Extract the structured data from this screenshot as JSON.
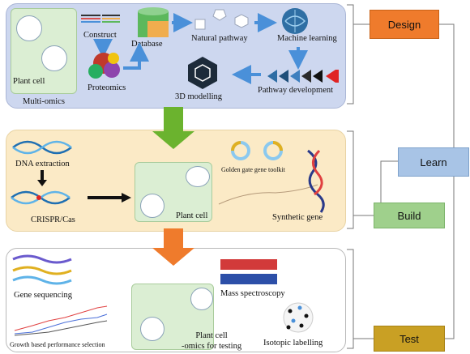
{
  "design": {
    "multi_omics": "Multi-omics",
    "plant_cell": "Plant cell",
    "construct": "Construct",
    "proteomics": "Proteomics",
    "database": "Database",
    "natural_pathway": "Natural pathway",
    "machine_learning": "Machine learning",
    "pathway_development": "Pathway development",
    "modelling_3d": "3D modelling"
  },
  "build": {
    "dna_extraction": "DNA extraction",
    "crispr": "CRISPR/Cas",
    "plant_cell": "Plant cell",
    "golden_gate": "Golden gate gene toolkit",
    "synthetic_gene": "Synthetic gene"
  },
  "test": {
    "gene_sequencing": "Gene sequencing",
    "growth_selection": "Growth based performance selection",
    "plant_cell_omics": "Plant cell\n-omics for testing",
    "mass_spec": "Mass spectroscopy",
    "isotopic": "Isotopic labelling"
  },
  "cycle": {
    "design": "Design",
    "learn": "Learn",
    "build": "Build",
    "test": "Test"
  },
  "colors": {
    "design_panel": "#cdd7ef",
    "build_panel": "#fbeac6",
    "arrow_green": "#6bb32e",
    "arrow_orange": "#ef7b2c",
    "arrow_blue": "#4a90d9",
    "design_tag": "#ef7b2c",
    "learn_tag": "#a8c4e6",
    "build_tag": "#9fd08c",
    "test_tag": "#c9a024"
  }
}
